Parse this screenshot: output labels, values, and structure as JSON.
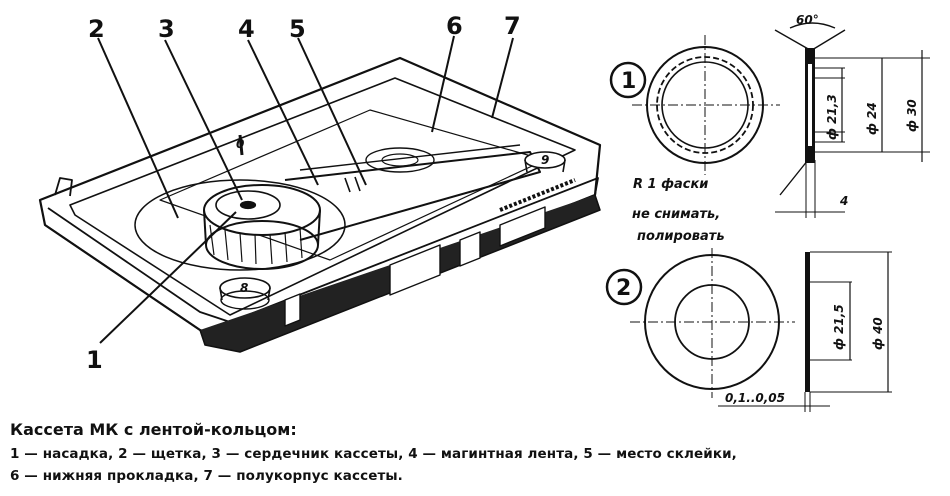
{
  "callouts": [
    "2",
    "3",
    "4",
    "5",
    "6",
    "7",
    "1"
  ],
  "cassette_marks": {
    "left_spool": "8",
    "right_spool": "9",
    "small": "0"
  },
  "details": {
    "first": {
      "id": "1",
      "angle": "60°",
      "d1": "ф 21,3",
      "d2": "ф 24",
      "d3": "ф 30",
      "width": "4",
      "note1": "R 1 фаски",
      "note2": "не снимать,",
      "note3": "полировать"
    },
    "second": {
      "id": "2",
      "d1": "ф 21,5",
      "d2": "ф 40",
      "thickness": "0,1..0,05"
    }
  },
  "caption": {
    "title": "Кассета МК с лентой-кольцом:",
    "line1": "1 — насадка, 2 — щетка, 3 — сердечник кассеты, 4 — магинтная лента, 5 — место склейки,",
    "line2": "6 — нижняя прокладка, 7 — полукорпус кассеты."
  }
}
